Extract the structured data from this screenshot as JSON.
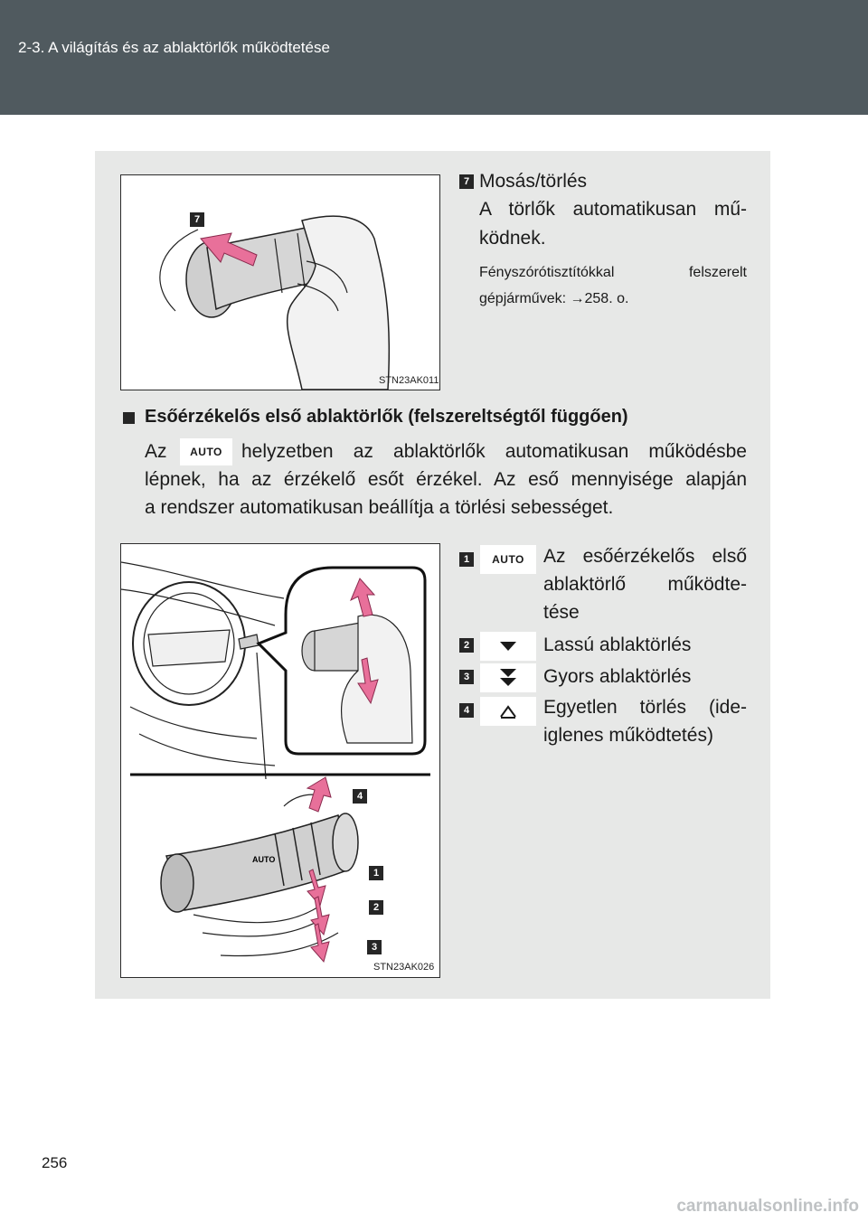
{
  "header": {
    "section_title": "2-3. A világítás és az ablaktörlők működtetése"
  },
  "figure_top": {
    "badge": "7",
    "image_code": "STN23AK011"
  },
  "item7": {
    "badge": "7",
    "title": "Mosás/törlés",
    "line1": "A törlők automatikusan mű-",
    "line2": "ködnek.",
    "note1": "Fényszórótisztítókkal felszerelt",
    "note2_prefix": "gépjárművek: ",
    "note2_ref": "→258. o."
  },
  "rain_section": {
    "heading": "Esőérzékelős első ablaktörlők (felszereltségtől függően)",
    "auto_label": "AUTO",
    "p_start": "Az",
    "p_line1": "helyzetben az ablaktörlők automatikusan működésbe",
    "p_line2": "lépnek, ha az érzékelő esőt érzékel. Az eső mennyisége alapján",
    "p_line3": "a rendszer automatikusan beállítja a törlési sebességet."
  },
  "figure_bottom": {
    "image_code": "STN23AK026",
    "lever_badges": [
      "4",
      "1",
      "2",
      "3"
    ],
    "lever_auto_label": "AUTO"
  },
  "legend": [
    {
      "badge": "1",
      "symbol": "AUTO",
      "icon": "auto-label",
      "lines": [
        "Az esőérzékelős első",
        "ablaktörlő működte-",
        "tése"
      ]
    },
    {
      "badge": "2",
      "symbol": "",
      "icon": "single-chevron-down-icon",
      "lines": [
        "Lassú ablaktörlés"
      ]
    },
    {
      "badge": "3",
      "symbol": "",
      "icon": "double-chevron-down-icon",
      "lines": [
        "Gyors ablaktörlés"
      ]
    },
    {
      "badge": "4",
      "symbol": "",
      "icon": "mist-chevron-icon",
      "lines": [
        "Egyetlen törlés (ide-",
        "iglenes működtetés)"
      ]
    }
  ],
  "colors": {
    "header": "#505a5f",
    "panel": "#e7e8e7",
    "arrow": "#e8709a"
  },
  "footer": {
    "page_number": "256",
    "watermark": "carmanualsonline.info"
  }
}
